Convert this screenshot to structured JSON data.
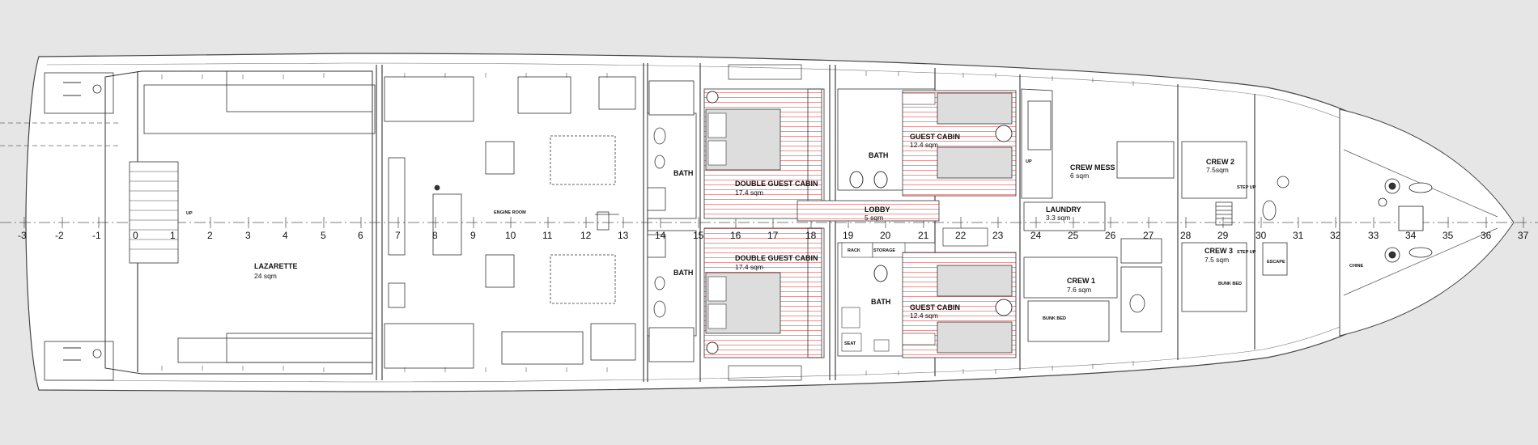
{
  "frame_numbers": [
    "-3",
    "-2",
    "-1",
    "0",
    "1",
    "2",
    "3",
    "4",
    "5",
    "6",
    "7",
    "8",
    "9",
    "10",
    "11",
    "12",
    "13",
    "14",
    "15",
    "16",
    "17",
    "18",
    "19",
    "20",
    "21",
    "22",
    "23",
    "24",
    "25",
    "26",
    "27",
    "28",
    "29",
    "30",
    "31",
    "32",
    "33",
    "34",
    "35",
    "36",
    "37"
  ],
  "rooms": [
    {
      "key": "lazarette",
      "name": "LAZARETTE",
      "area": "24 sqm"
    },
    {
      "key": "engine_room",
      "name": "ENGINE ROOM",
      "area": ""
    },
    {
      "key": "bath_1",
      "name": "BATH",
      "area": ""
    },
    {
      "key": "bath_2",
      "name": "BATH",
      "area": ""
    },
    {
      "key": "double_guest_cabin_1",
      "name": "DOUBLE GUEST CABIN",
      "area": "17.4 sqm"
    },
    {
      "key": "double_guest_cabin_2",
      "name": "DOUBLE GUEST CABIN",
      "area": "17.4 sqm"
    },
    {
      "key": "bath_3",
      "name": "BATH",
      "area": ""
    },
    {
      "key": "bath_4",
      "name": "BATH",
      "area": ""
    },
    {
      "key": "lobby",
      "name": "LOBBY",
      "area": "5 sqm"
    },
    {
      "key": "guest_cabin_1",
      "name": "GUEST CABIN",
      "area": "12.4 sqm"
    },
    {
      "key": "guest_cabin_2",
      "name": "GUEST CABIN",
      "area": "12.4 sqm"
    },
    {
      "key": "crew_mess",
      "name": "CREW MESS",
      "area": "6 sqm"
    },
    {
      "key": "laundry",
      "name": "LAUNDRY",
      "area": "3.3 sqm"
    },
    {
      "key": "crew_1",
      "name": "CREW 1",
      "area": "7.6 sqm"
    },
    {
      "key": "crew_2",
      "name": "CREW 2",
      "area": "7.5sqm"
    },
    {
      "key": "crew_3",
      "name": "CREW 3",
      "area": "7.5 sqm"
    }
  ],
  "small_labels": {
    "up_1": "UP",
    "up_2": "UP",
    "rack": "RACK",
    "storage": "STORAGE",
    "seat": "SEAT",
    "step_up_1": "STEP UP",
    "step_up_2": "STEP UP",
    "bunk_bed_1": "BUNK BED",
    "bunk_bed_2": "BUNK BED",
    "escape": "ESCAPE",
    "chine": "CHINE"
  }
}
